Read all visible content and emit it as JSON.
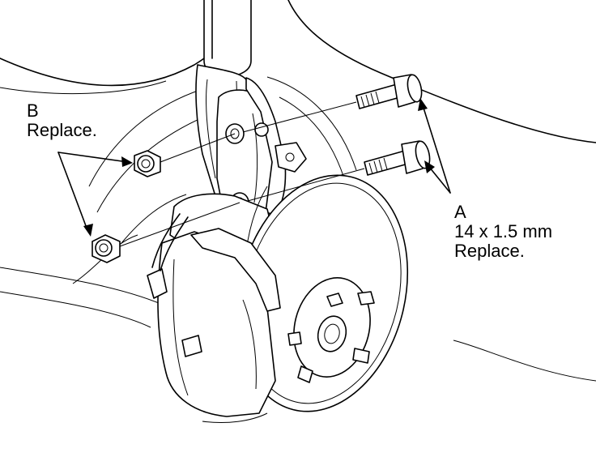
{
  "callouts": {
    "b": {
      "letter": "B",
      "note": "Replace."
    },
    "a": {
      "letter": "A",
      "size": "14 x 1.5 mm",
      "note": "Replace."
    }
  },
  "colors": {
    "line": "#000000",
    "background": "#ffffff"
  }
}
